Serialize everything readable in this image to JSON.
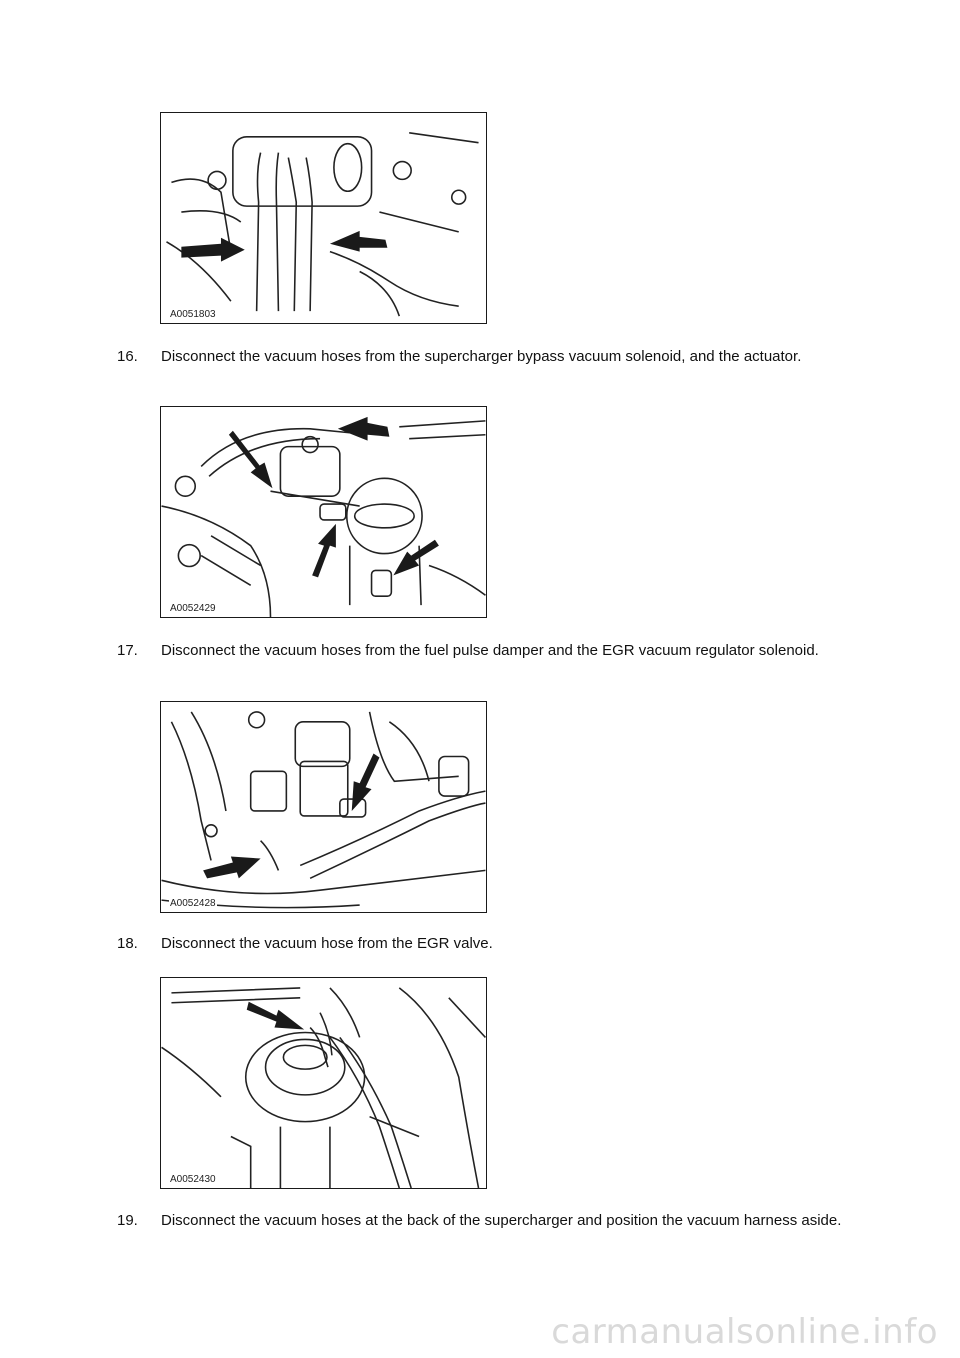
{
  "figures": [
    {
      "id": "fig1",
      "label": "A0051803"
    },
    {
      "id": "fig2",
      "label": "A0052429"
    },
    {
      "id": "fig3",
      "label": "A0052428"
    },
    {
      "id": "fig4",
      "label": "A0052430"
    }
  ],
  "steps": [
    {
      "number": "16.",
      "text": "Disconnect the vacuum hoses from the supercharger bypass vacuum solenoid, and the actuator."
    },
    {
      "number": "17.",
      "text": "Disconnect the vacuum hoses from the fuel pulse damper and the EGR vacuum regulator solenoid."
    },
    {
      "number": "18.",
      "text": "Disconnect the vacuum hose from the EGR valve."
    },
    {
      "number": "19.",
      "text": "Disconnect the vacuum hoses at the back of the supercharger and position the vacuum harness aside."
    }
  ],
  "watermark": "carmanualsonline.info"
}
